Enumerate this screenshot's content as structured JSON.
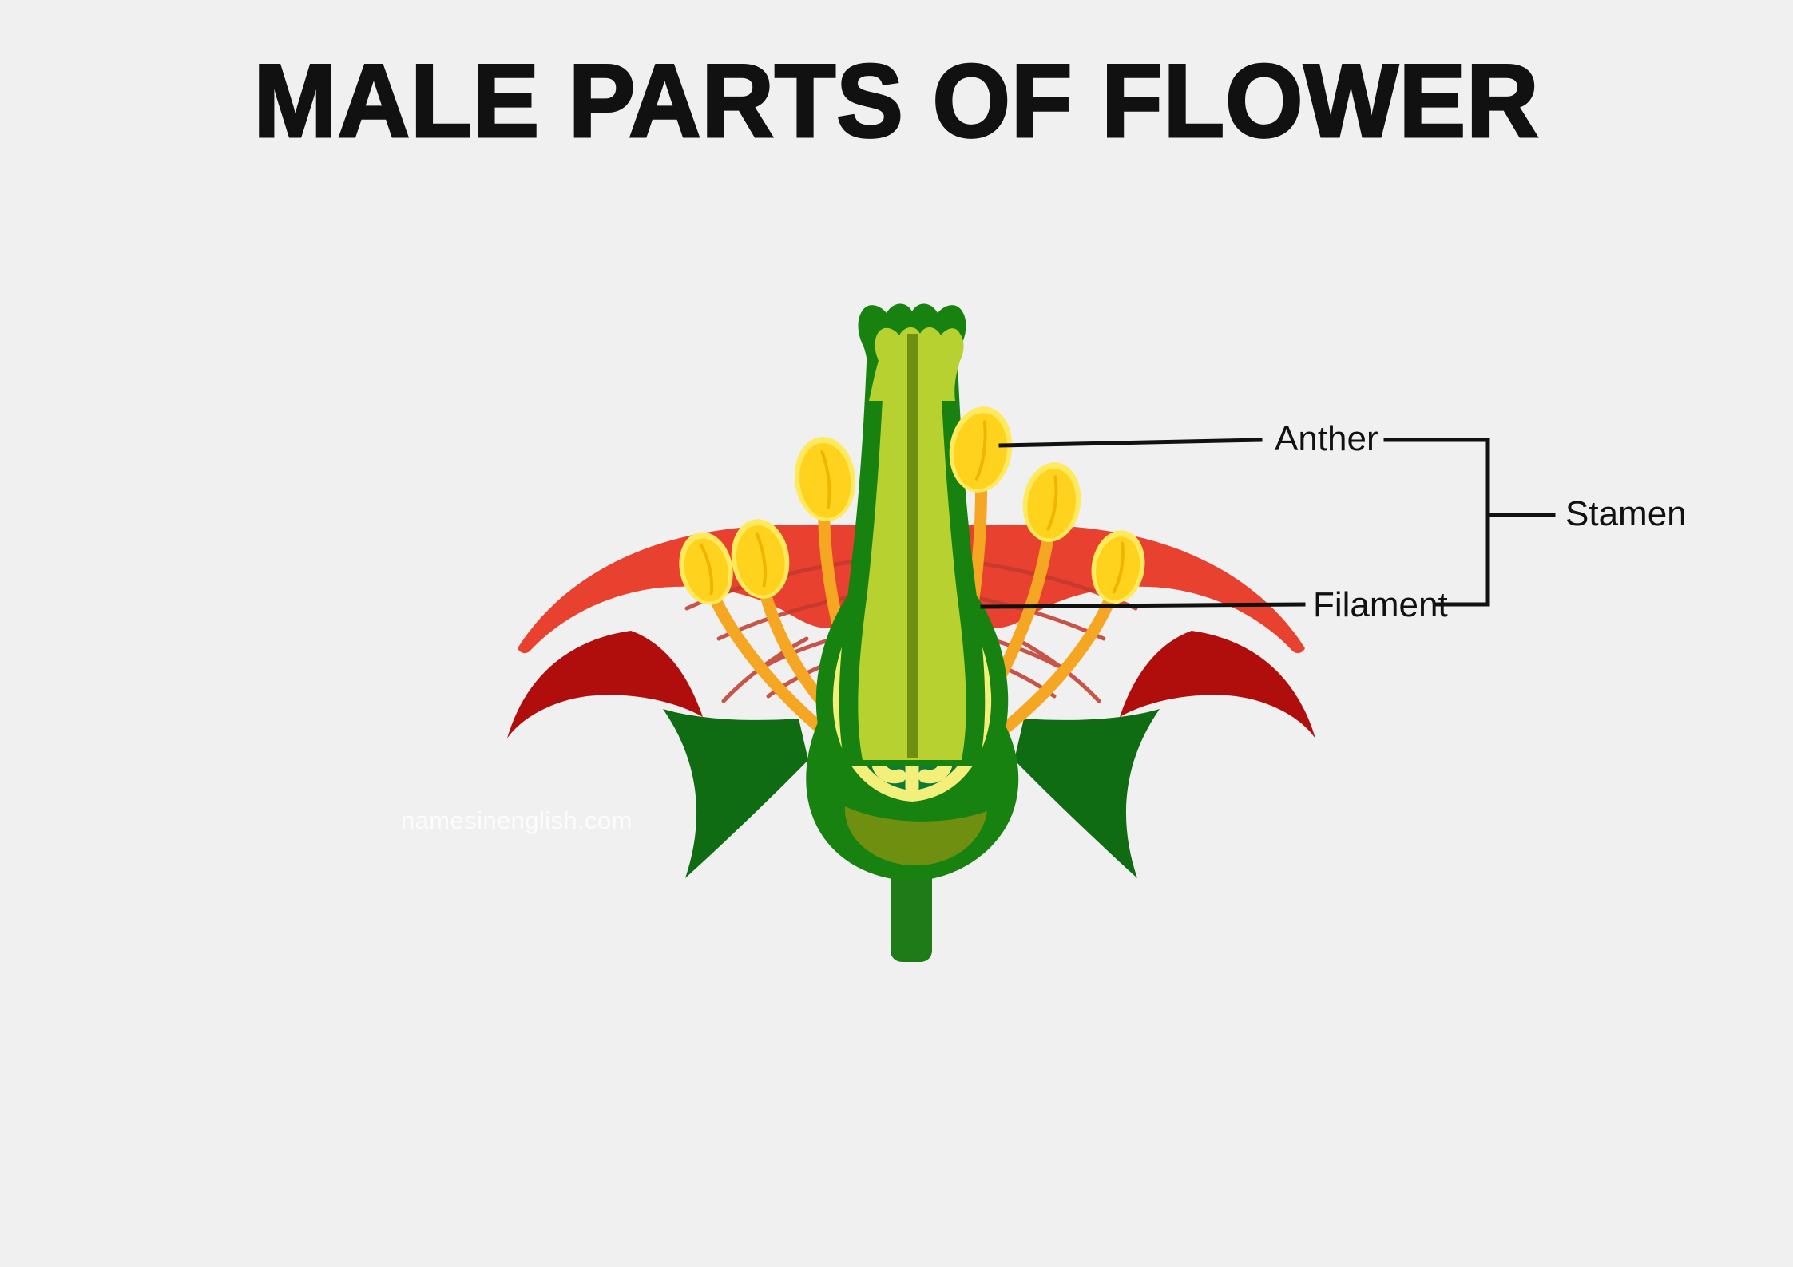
{
  "page": {
    "background_color": "#f0f0f0",
    "title": "MALE PARTS OF FLOWER",
    "watermark": "namesinenglish.com"
  },
  "diagram": {
    "subject": "flower-cross-section",
    "callouts": [
      {
        "id": "anther",
        "label": "Anther",
        "leader": "line-from-upper-right-anther"
      },
      {
        "id": "stamen",
        "label": "Stamen",
        "leader": "bracket-grouping-anther-and-filament"
      },
      {
        "id": "filament",
        "label": "Filament",
        "leader": "line-from-filament-stalk"
      }
    ],
    "parts": [
      {
        "name": "stigma",
        "color": "#17820f"
      },
      {
        "name": "style",
        "color": "#b7d131"
      },
      {
        "name": "ovary",
        "color": "#17820f"
      },
      {
        "name": "ovule",
        "color": "#f3a81a"
      },
      {
        "name": "petal",
        "color": "#e8412f"
      },
      {
        "name": "petal-under",
        "color": "#b00d0d"
      },
      {
        "name": "sepal",
        "color": "#106c12"
      },
      {
        "name": "anther",
        "color": "#ffd21e"
      },
      {
        "name": "filament",
        "color": "#f5a623"
      },
      {
        "name": "receptacle",
        "color": "#1f7a18"
      },
      {
        "name": "pedicel",
        "color": "#1f7a18"
      }
    ],
    "colors": {
      "line": "#111111",
      "text": "#111111",
      "background": "#f0f0f0",
      "petal_red": "#e8412f",
      "petal_dark_red": "#b00d0d",
      "anther_yellow": "#ffd21e",
      "anther_highlight": "#ffe95c",
      "filament_orange": "#f5a623",
      "leaf_green": "#106c12",
      "stem_green": "#1f7a18",
      "style_green": "#b7d131",
      "ovary_dark_green": "#0f7a38",
      "ovule_yellow": "#f2ef7a",
      "ovule_orange": "#f3a81a"
    }
  }
}
